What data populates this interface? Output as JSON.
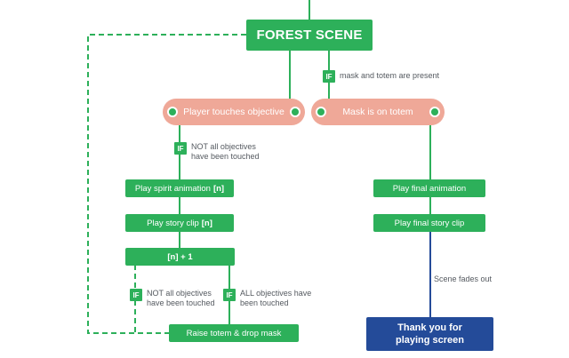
{
  "colors": {
    "flow_green": "#2db05a",
    "event_salmon": "#efa898",
    "end_blue": "#244b99",
    "text_gray": "#555a60"
  },
  "nodes": {
    "forest_scene": "FOREST SCENE",
    "player_touches_objective": "Player touches objective",
    "mask_on_totem": "Mask is on totem",
    "play_spirit_animation": {
      "text": "Play spirit animation",
      "tag": "[n]"
    },
    "play_story_clip": {
      "text": "Play story clip",
      "tag": "[n]"
    },
    "n_plus_one": "[n] + 1",
    "raise_totem": "Raise totem & drop mask",
    "play_final_animation": "Play final animation",
    "play_final_story_clip": "Play final story clip",
    "thank_you": {
      "line1": "Thank you for",
      "line2": "playing screen"
    }
  },
  "conditions": {
    "if_label": "IF",
    "mask_and_totem": "mask and totem are present",
    "not_all_touched_top": {
      "line1": "NOT all objectives",
      "line2": "have been touched"
    },
    "not_all_touched_bottom": {
      "line1": "NOT all objectives",
      "line2": "have been touched"
    },
    "all_touched": {
      "line1": "ALL objectives have",
      "line2": "been touched"
    }
  },
  "notes": {
    "scene_fades_out": "Scene fades out"
  }
}
